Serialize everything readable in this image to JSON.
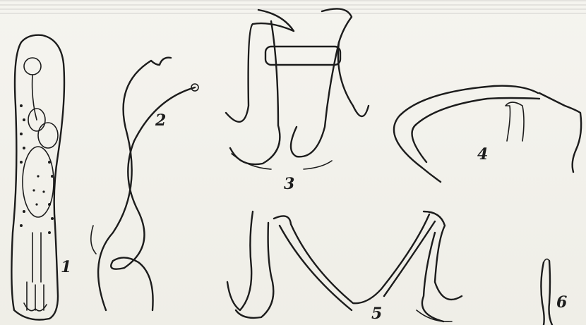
{
  "figure_labels": [
    "1",
    "2",
    "3",
    "4",
    "5",
    "6"
  ]
}
